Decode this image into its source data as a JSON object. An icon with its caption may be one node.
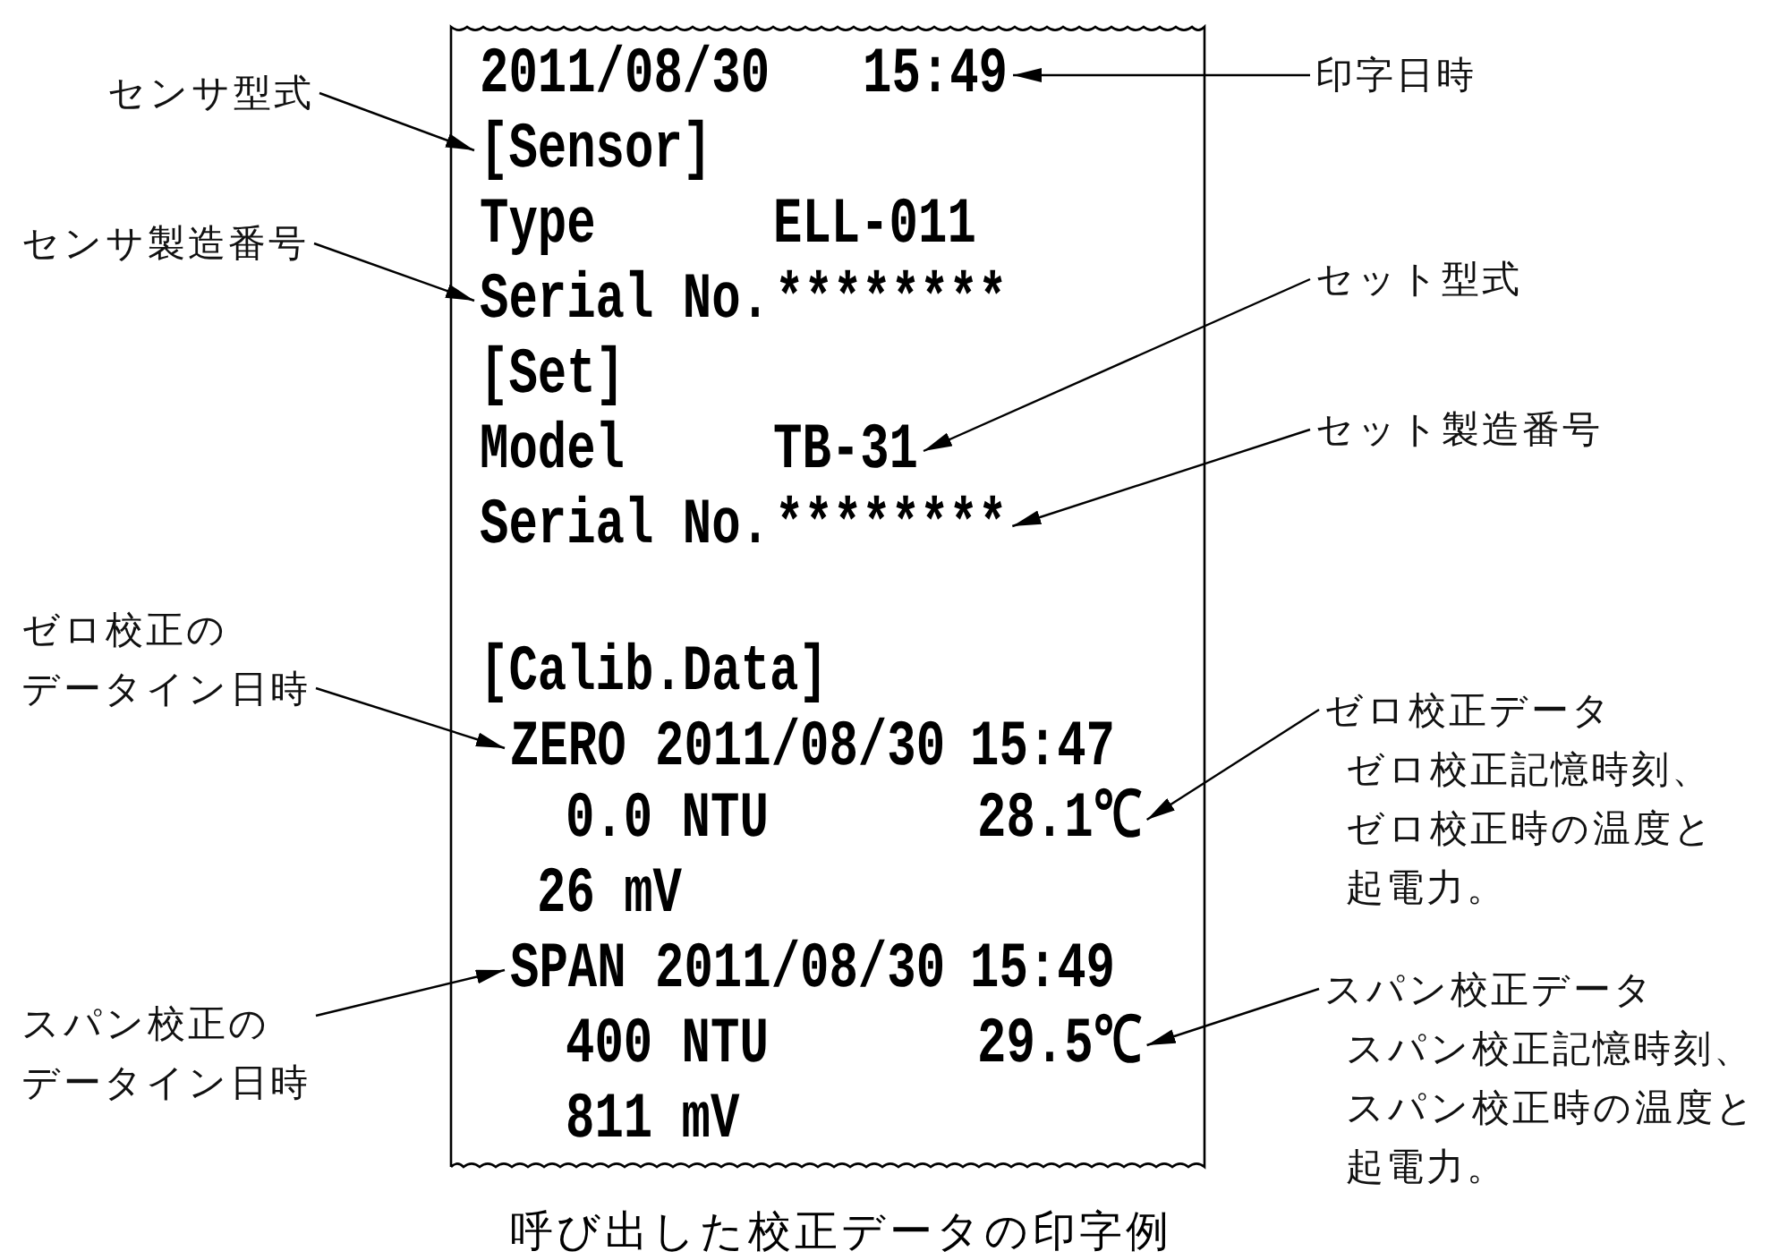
{
  "diagram": {
    "caption": "呼び出した校正データの印字例",
    "nodes": [
      {
        "text": [],
        "shape": "box"
      },
      {
        "text": [
          "2011/08/30",
          "15:49"
        ],
        "in": 0
      },
      {
        "text": [
          "[Sensor]"
        ],
        "in": 0
      },
      {
        "text": [
          "Type",
          "ELL-011"
        ],
        "in": 0
      },
      {
        "text": [
          "Serial No.",
          "********"
        ],
        "in": 0
      },
      {
        "text": [
          "[Set]"
        ],
        "in": 0
      },
      {
        "text": [
          "Model",
          "TB-31"
        ],
        "in": 0
      },
      {
        "text": [
          "Serial No.",
          "********"
        ],
        "in": 0
      },
      {
        "text": [
          "[Calib.Data]"
        ],
        "in": 0
      },
      {
        "text": [
          "ZERO 2011/08/30",
          "15:47"
        ],
        "in": 0
      },
      {
        "text": [
          "0.0 NTU",
          "28.1℃"
        ],
        "in": 0
      },
      {
        "text": [
          "26 mV"
        ],
        "in": 0
      },
      {
        "text": [
          "SPAN 2011/08/30",
          "15:49"
        ],
        "in": 0
      },
      {
        "text": [
          "400 NTU",
          "29.5℃"
        ],
        "in": 0
      },
      {
        "text": [
          "811 mV"
        ],
        "in": 0
      },
      {
        "text": [
          "センサ型式"
        ]
      },
      {
        "text": [
          "印字日時"
        ]
      },
      {
        "text": [
          "センサ製造番号"
        ]
      },
      {
        "text": [
          "セット型式"
        ]
      },
      {
        "text": [
          "セット製造番号"
        ]
      },
      {
        "text": [
          "ゼロ校正のデータイン日時"
        ]
      },
      {
        "text": [
          "ゼロ校正データ",
          "ゼロ校正記憶時刻、ゼロ校正時の温度と起電力。"
        ]
      },
      {
        "text": [
          "スパン校正のデータイン日時"
        ]
      },
      {
        "text": [
          "スパン校正データ",
          "スパン校正記憶時刻、スパン校正時の温度と起電力。"
        ]
      }
    ],
    "edges": [
      {
        "from": 15,
        "to": 2,
        "arrow": "to"
      },
      {
        "from": 16,
        "to": 1,
        "arrow": "to"
      },
      {
        "from": 17,
        "to": 4,
        "arrow": "to"
      },
      {
        "from": 18,
        "to": 6,
        "arrow": "to"
      },
      {
        "from": 19,
        "to": 7,
        "arrow": "to"
      },
      {
        "from": 20,
        "to": 9,
        "arrow": "to"
      },
      {
        "from": 21,
        "to": 10,
        "arrow": "to"
      },
      {
        "from": 22,
        "to": 12,
        "arrow": "to"
      },
      {
        "from": 23,
        "to": 13,
        "arrow": "to"
      }
    ]
  }
}
